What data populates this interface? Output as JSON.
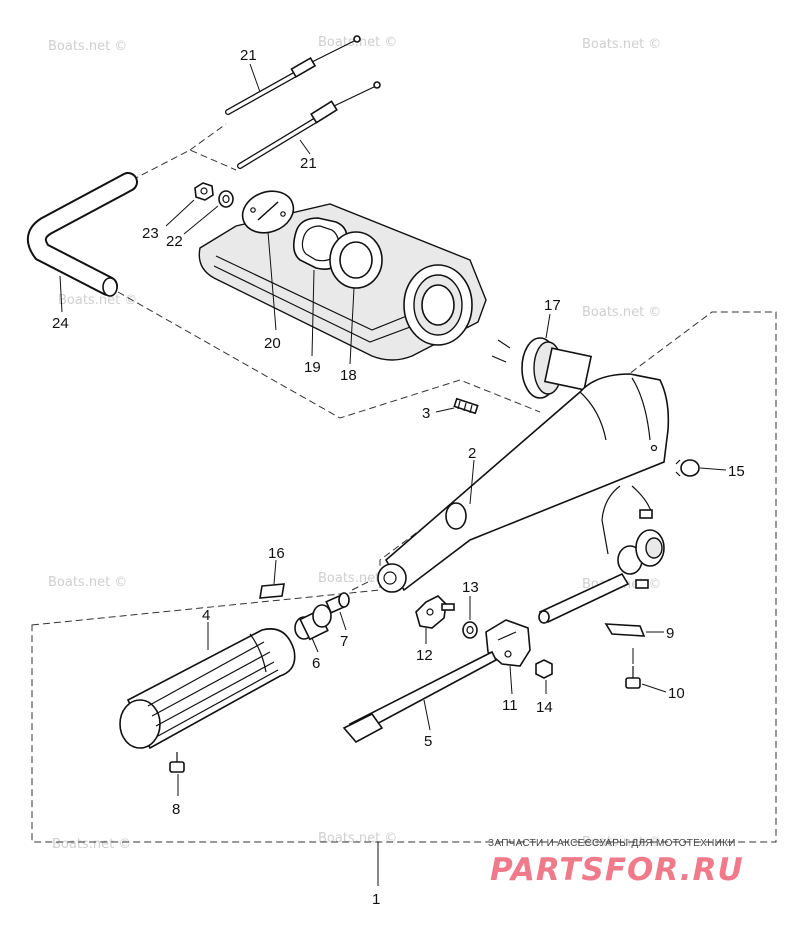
{
  "watermark": "Boats.net ©",
  "callouts": {
    "p1": "1",
    "p2": "2",
    "p3": "3",
    "p4": "4",
    "p5": "5",
    "p6": "6",
    "p7": "7",
    "p8": "8",
    "p9": "9",
    "p10": "10",
    "p11": "11",
    "p12": "12",
    "p13": "13",
    "p14": "14",
    "p15": "15",
    "p16": "16",
    "p17": "17",
    "p18": "18",
    "p19": "19",
    "p20": "20",
    "p21a": "21",
    "p21b": "21",
    "p22": "22",
    "p23": "23",
    "p24": "24"
  },
  "branding": {
    "tagline": "ЗАПЧАСТИ И АКСЕССУАРЫ ДЛЯ МОТОТЕХНИКИ",
    "logo": "PARTSFOR.RU"
  }
}
